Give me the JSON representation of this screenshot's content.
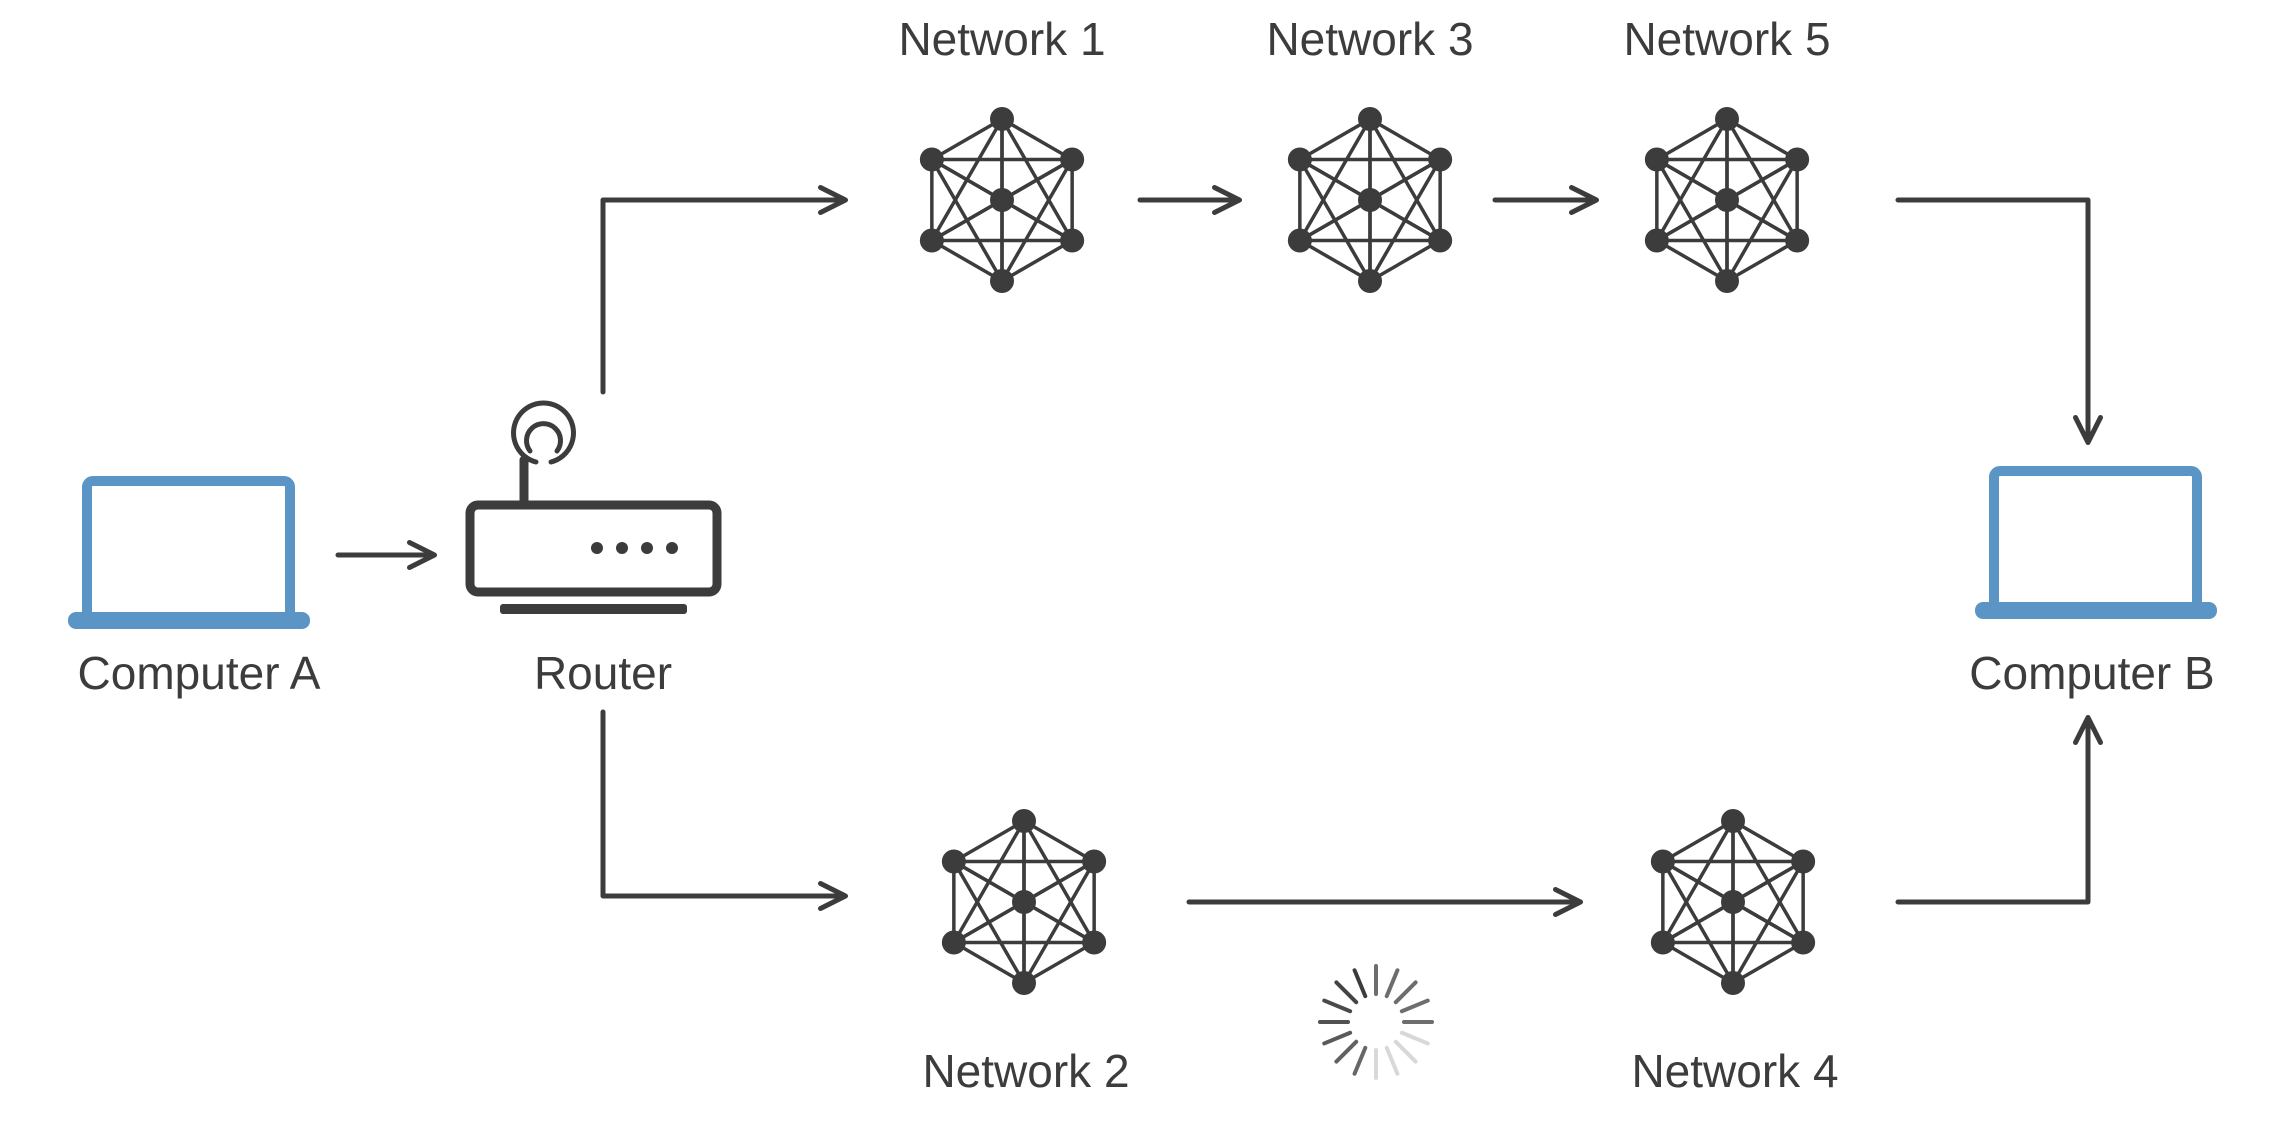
{
  "nodes": {
    "computer_a": {
      "label": "Computer A",
      "icon": "laptop-icon"
    },
    "router": {
      "label": "Router",
      "icon": "router-icon"
    },
    "network_1": {
      "label": "Network 1",
      "icon": "network-mesh-icon"
    },
    "network_2": {
      "label": "Network 2",
      "icon": "network-mesh-icon"
    },
    "network_3": {
      "label": "Network 3",
      "icon": "network-mesh-icon"
    },
    "network_4": {
      "label": "Network 4",
      "icon": "network-mesh-icon"
    },
    "network_5": {
      "label": "Network 5",
      "icon": "network-mesh-icon"
    },
    "computer_b": {
      "label": "Computer B",
      "icon": "laptop-icon"
    }
  },
  "edges": [
    {
      "from": "computer_a",
      "to": "router"
    },
    {
      "from": "router",
      "to": "network_1"
    },
    {
      "from": "router",
      "to": "network_2"
    },
    {
      "from": "network_1",
      "to": "network_3"
    },
    {
      "from": "network_3",
      "to": "network_5"
    },
    {
      "from": "network_5",
      "to": "computer_b"
    },
    {
      "from": "network_2",
      "to": "network_4"
    },
    {
      "from": "network_4",
      "to": "computer_b"
    }
  ],
  "indicators": {
    "loading": {
      "icon": "loading-spinner-icon"
    }
  },
  "colors": {
    "stroke": "#3c3c3c",
    "laptop": "#5b95c6",
    "text": "#3c3c3c"
  }
}
